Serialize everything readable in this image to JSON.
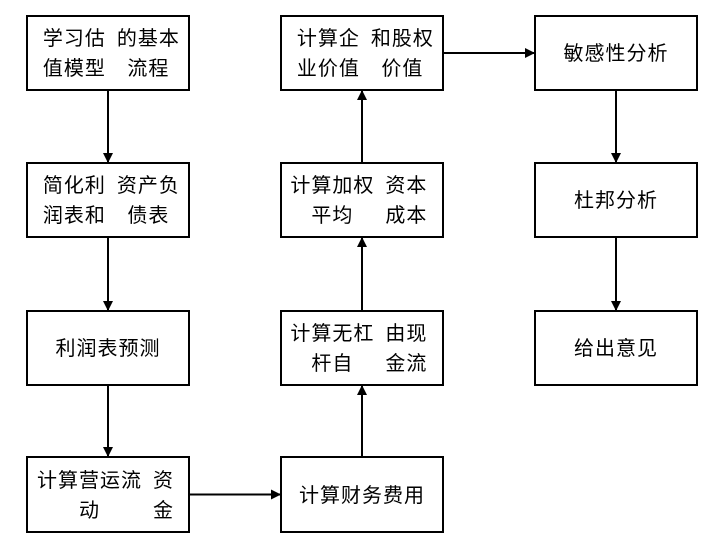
{
  "nodes": [
    {
      "id": "n1",
      "lines": [
        "学习估值模型",
        "的基本流程"
      ]
    },
    {
      "id": "n2",
      "lines": [
        "简化利润表和",
        "资产负债表"
      ]
    },
    {
      "id": "n3",
      "lines": [
        "利润表预测"
      ]
    },
    {
      "id": "n4",
      "lines": [
        "计算营运流动",
        "资金"
      ]
    },
    {
      "id": "n5",
      "lines": [
        "计算财务费用"
      ]
    },
    {
      "id": "n6",
      "lines": [
        "计算无杠杆自",
        "由现金流"
      ]
    },
    {
      "id": "n7",
      "lines": [
        "计算加权平均",
        "资本成本"
      ]
    },
    {
      "id": "n8",
      "lines": [
        "计算企业价值",
        "和股权价值"
      ]
    },
    {
      "id": "n9",
      "lines": [
        "敏感性分析"
      ]
    },
    {
      "id": "n10",
      "lines": [
        "杜邦分析"
      ]
    },
    {
      "id": "n11",
      "lines": [
        "给出意见"
      ]
    }
  ],
  "edges": [
    {
      "from": "n1",
      "to": "n2"
    },
    {
      "from": "n2",
      "to": "n3"
    },
    {
      "from": "n3",
      "to": "n4"
    },
    {
      "from": "n4",
      "to": "n5"
    },
    {
      "from": "n5",
      "to": "n6"
    },
    {
      "from": "n6",
      "to": "n7"
    },
    {
      "from": "n7",
      "to": "n8"
    },
    {
      "from": "n8",
      "to": "n9"
    },
    {
      "from": "n9",
      "to": "n10"
    },
    {
      "from": "n10",
      "to": "n11"
    }
  ]
}
